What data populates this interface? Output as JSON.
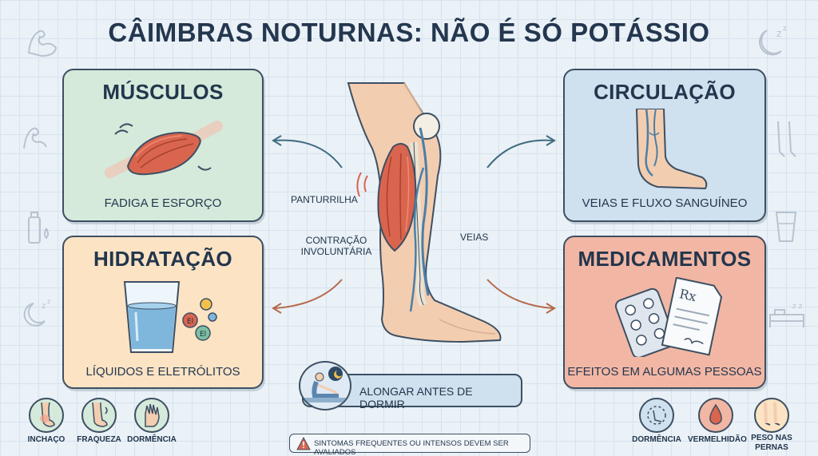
{
  "title": "CÂIMBRAS NOTURNAS: NÃO É SÓ POTÁSSIO",
  "cards": {
    "musculos": {
      "title": "MÚSCULOS",
      "subtitle": "FADIGA E ESFORÇO"
    },
    "hidratacao": {
      "title": "HIDRATAÇÃO",
      "subtitle": "LÍQUIDOS E ELETRÓLITOS"
    },
    "circulacao": {
      "title": "CIRCULAÇÃO",
      "subtitle": "VEIAS E FLUXO SANGUÍNEO"
    },
    "medicamentos": {
      "title": "MEDICAMENTOS",
      "subtitle": "EFEITOS EM ALGUMAS PESSOAS"
    }
  },
  "leg_labels": {
    "panturrilha": "PANTURRILHA",
    "contracao_line1": "CONTRAÇÃO",
    "contracao_line2": "INVOLUNTÁRIA",
    "veias": "VEIAS"
  },
  "electrolyte_labels": [
    "El",
    "El"
  ],
  "rx_label": "Rx",
  "stretch": {
    "label": "ALONGAR ANTES DE DORMIR"
  },
  "symptoms_left": [
    {
      "label": "INCHAÇO",
      "icon": "swollen-leg-icon"
    },
    {
      "label": "FRAQUEZA",
      "icon": "weak-leg-icon"
    },
    {
      "label": "DORMÊNCIA",
      "icon": "numb-hand-icon"
    }
  ],
  "symptoms_right": [
    {
      "label": "DORMÊNCIA",
      "icon": "numb-foot-icon"
    },
    {
      "label": "VERMELHIDÃO",
      "icon": "blood-drop-icon"
    },
    {
      "label_line1": "PESO NAS",
      "label_line2": "PERNAS",
      "icon": "heavy-legs-icon"
    }
  ],
  "warning": {
    "text": "SINTOMAS FREQUENTES OU INTENSOS DEVEM SER AVALIADOS",
    "icon": "warning-icon"
  },
  "colors": {
    "musculos_bg": "#d5eadb",
    "hidratacao_bg": "#fbe3c4",
    "circulacao_bg": "#cfe0ee",
    "medicamentos_bg": "#f2b7a4",
    "outline": "#3d4f63",
    "muscle_red": "#d9654e",
    "vein_blue": "#4a7fa8"
  }
}
